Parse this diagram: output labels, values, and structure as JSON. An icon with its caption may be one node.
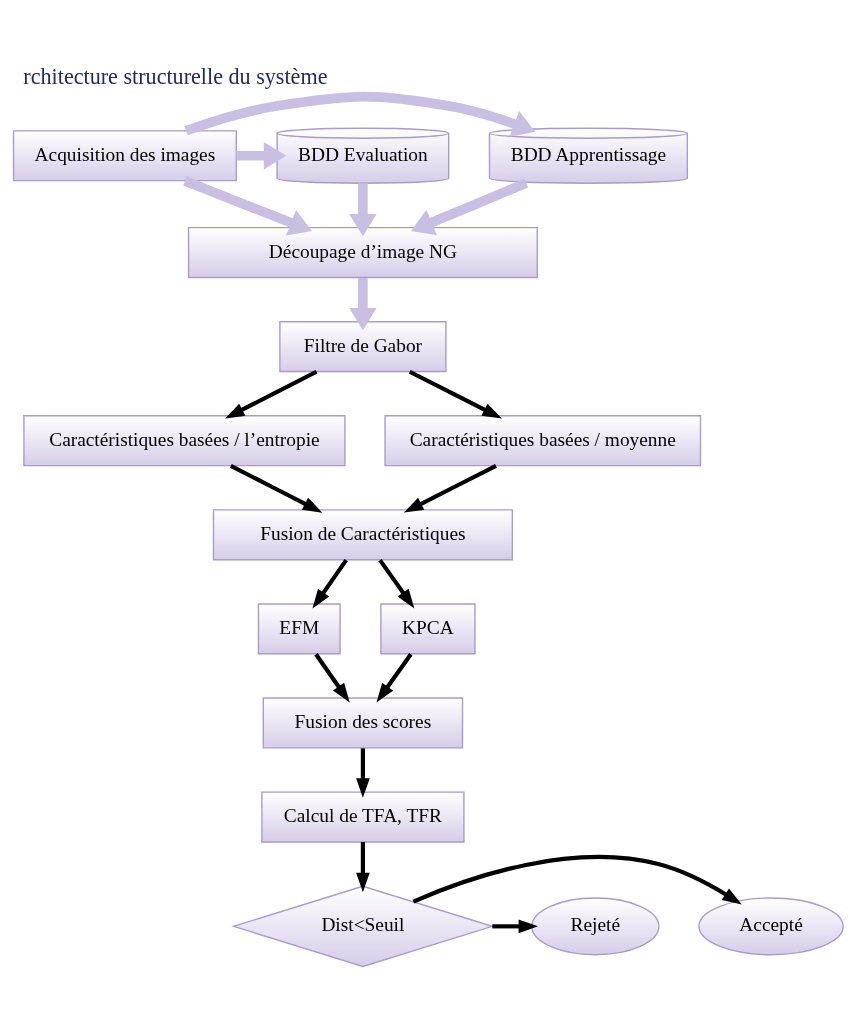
{
  "diagram": {
    "title": "rchitecture structurelle du système",
    "nodes": [
      {
        "text": [
          "BDD Apprentissage"
        ]
      },
      {
        "text": [
          "Acquisition des images"
        ]
      },
      {
        "text": [
          "BDD Evaluation"
        ]
      },
      {
        "text": [
          "Découpage d’image NG"
        ]
      },
      {
        "text": [
          "Filtre de Gabor"
        ]
      },
      {
        "text": [
          "Caractéristiques basées / l’entropie"
        ]
      },
      {
        "text": [
          "Caractéristiques basées / moyenne"
        ]
      },
      {
        "text": [
          "Fusion de Caractéristiques"
        ]
      },
      {
        "text": [
          "EFM"
        ]
      },
      {
        "text": [
          "KPCA"
        ]
      },
      {
        "text": [
          "Fusion des scores"
        ]
      },
      {
        "text": [
          "Calcul de TFA, TFR"
        ]
      },
      {
        "text": [
          "Dist<Seuil"
        ]
      },
      {
        "text": [
          "Accepté"
        ]
      },
      {
        "text": [
          "Rejeté"
        ]
      }
    ],
    "edges": [
      {
        "from": 1,
        "to": 0,
        "arrow": "to",
        "style": "thick",
        "color": "#c8bfe2"
      },
      {
        "from": 1,
        "to": 2,
        "arrow": "to",
        "style": "thick",
        "color": "#c8bfe2"
      },
      {
        "from": 1,
        "to": 3,
        "arrow": "to",
        "style": "thick",
        "color": "#c8bfe2"
      },
      {
        "from": 0,
        "to": 3,
        "arrow": "to",
        "style": "thick",
        "color": "#c8bfe2"
      },
      {
        "from": 2,
        "to": 3,
        "arrow": "to",
        "style": "thick",
        "color": "#c8bfe2"
      },
      {
        "from": 3,
        "to": 4,
        "arrow": "to",
        "style": "thick",
        "color": "#c8bfe2"
      },
      {
        "from": 4,
        "to": 5,
        "arrow": "to"
      },
      {
        "from": 4,
        "to": 6,
        "arrow": "to"
      },
      {
        "from": 5,
        "to": 7,
        "arrow": "to"
      },
      {
        "from": 6,
        "to": 7,
        "arrow": "to"
      },
      {
        "from": 7,
        "to": 8,
        "arrow": "to"
      },
      {
        "from": 7,
        "to": 9,
        "arrow": "to"
      },
      {
        "from": 8,
        "to": 10,
        "arrow": "to"
      },
      {
        "from": 9,
        "to": 10,
        "arrow": "to"
      },
      {
        "from": 10,
        "to": 11,
        "arrow": "to"
      },
      {
        "from": 11,
        "to": 12,
        "arrow": "to"
      },
      {
        "from": 12,
        "to": 13,
        "arrow": "to"
      },
      {
        "from": 12,
        "to": 14,
        "arrow": "to"
      }
    ]
  }
}
